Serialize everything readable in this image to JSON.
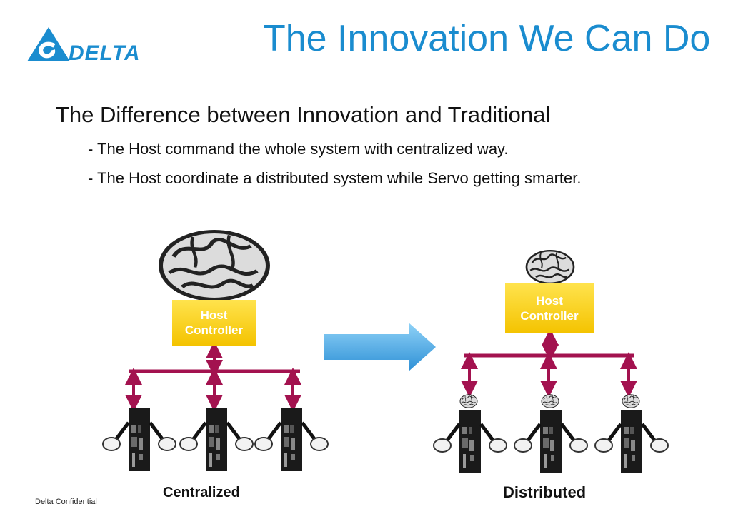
{
  "logo": {
    "text": "DELTA"
  },
  "title": "The Innovation We Can Do",
  "subtitle": "The Difference between Innovation and Traditional",
  "bullets": [
    "- The Host command the whole system with centralized way.",
    "- The Host coordinate a distributed system while Servo getting smarter."
  ],
  "diagram": {
    "left": {
      "host_line1": "Host",
      "host_line2": "Controller",
      "caption": "Centralized"
    },
    "right": {
      "host_line1": "Host",
      "host_line2": "Controller",
      "caption": "Distributed"
    }
  },
  "footer": "Delta Confidential",
  "colors": {
    "accent": "#1a8ccf",
    "bus": "#a3124f",
    "host_box": "#f4c300",
    "arrow": "#45aee8"
  }
}
